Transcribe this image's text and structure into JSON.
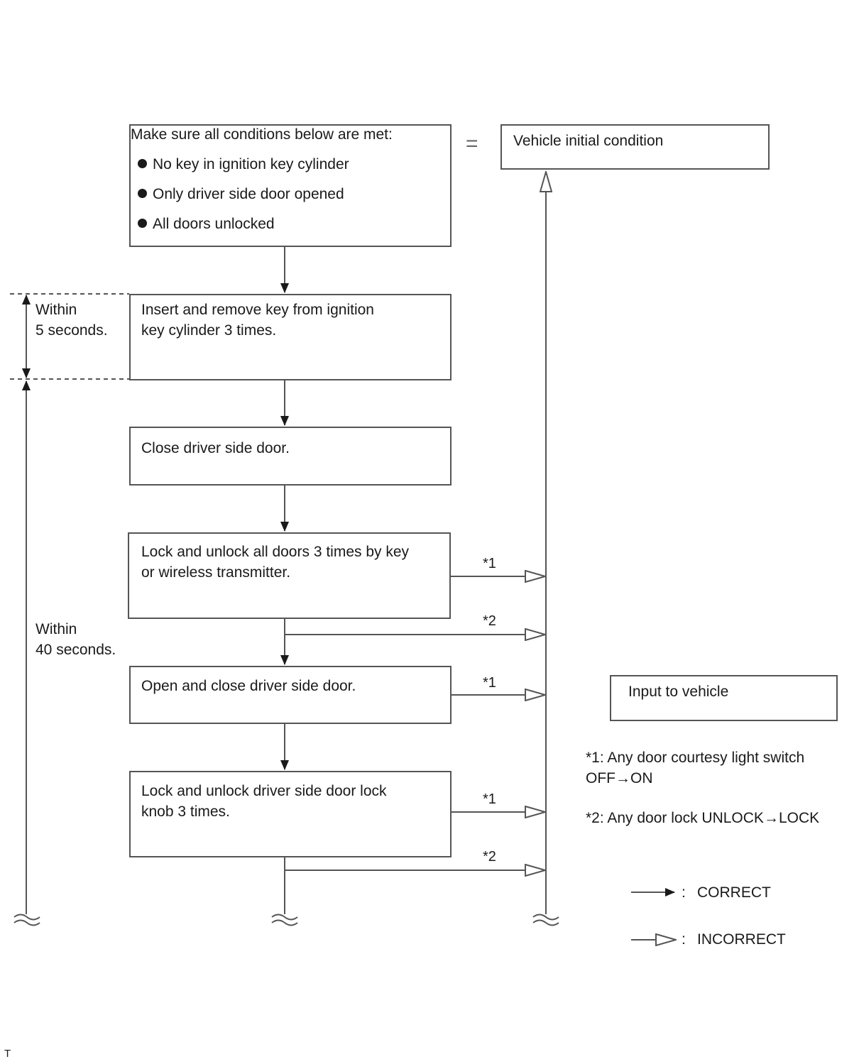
{
  "start_box": {
    "heading": "Make sure all conditions below are met:",
    "conditions": [
      "No key in ignition key cylinder",
      "Only driver side door opened",
      "All doors unlocked"
    ]
  },
  "equals_sign": "=",
  "initial_box": {
    "label": "Vehicle initial condition"
  },
  "steps": [
    {
      "text": "Insert and remove key from ignition\nkey cylinder 3 times."
    },
    {
      "text": "Close driver side door."
    },
    {
      "text": "Lock and unlock all doors 3 times by key\nor wireless transmitter."
    },
    {
      "text": "Open and close driver side door."
    },
    {
      "text": "Lock and unlock driver side door lock\nknob 3 times."
    }
  ],
  "timing": {
    "within_5": "Within\n5 seconds.",
    "within_40": "Within\n40 seconds."
  },
  "inputs": {
    "star1": "*1",
    "star2": "*2"
  },
  "legend": {
    "input_box": "Input to vehicle",
    "note1": "*1: Any door courtesy light switch\nOFF→ON",
    "note2": "*2: Any door lock UNLOCK→LOCK",
    "correct": "CORRECT",
    "incorrect": "INCORRECT",
    "separator": ":"
  },
  "corner_mark": "T",
  "colors": {
    "line": "#555555",
    "text": "#1a1a1a",
    "dashed": "#555555"
  }
}
